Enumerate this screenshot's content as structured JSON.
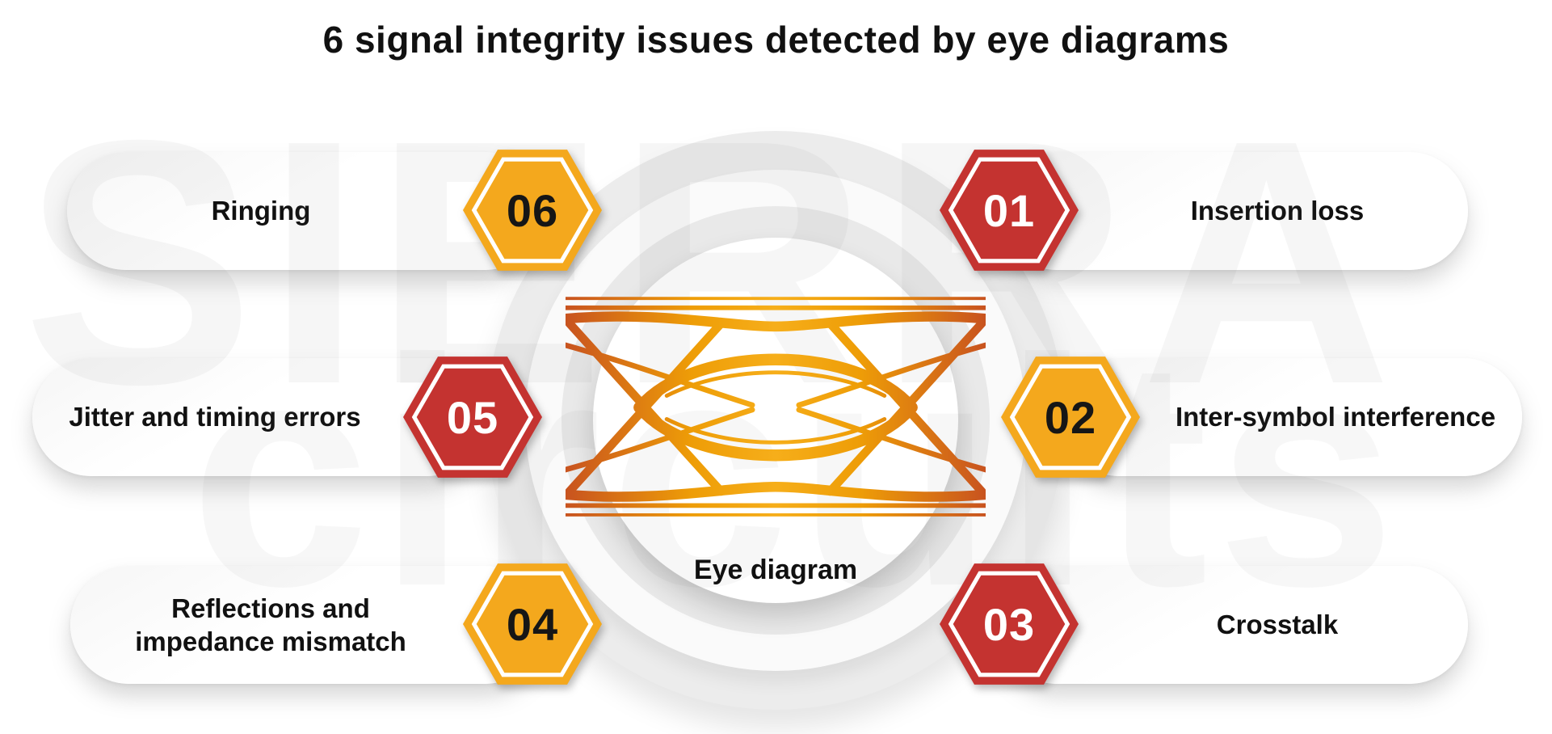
{
  "title": "6 signal integrity issues detected by eye diagrams",
  "center": {
    "label": "Eye diagram"
  },
  "watermark": {
    "line1": "SIERRA",
    "line2": "circuits"
  },
  "colors": {
    "hex_yellow": "#F4A81D",
    "hex_red": "#C43330",
    "eye_gradient_edge": "#C8531F",
    "eye_gradient_center": "#F6AE1A",
    "pill_background": "#FFFFFF",
    "ring_gray": "#ECECEC",
    "text_black": "#111111"
  },
  "items": [
    {
      "number": "01",
      "label": "Insertion loss",
      "color": "red",
      "position": "top-right"
    },
    {
      "number": "02",
      "label": "Inter-symbol interference",
      "color": "yellow",
      "position": "middle-right"
    },
    {
      "number": "03",
      "label": "Crosstalk",
      "color": "red",
      "position": "bottom-right"
    },
    {
      "number": "04",
      "label": "Reflections and impedance mismatch",
      "color": "yellow",
      "position": "bottom-left"
    },
    {
      "number": "05",
      "label": "Jitter and timing errors",
      "color": "red",
      "position": "middle-left"
    },
    {
      "number": "06",
      "label": "Ringing",
      "color": "yellow",
      "position": "top-left"
    }
  ]
}
